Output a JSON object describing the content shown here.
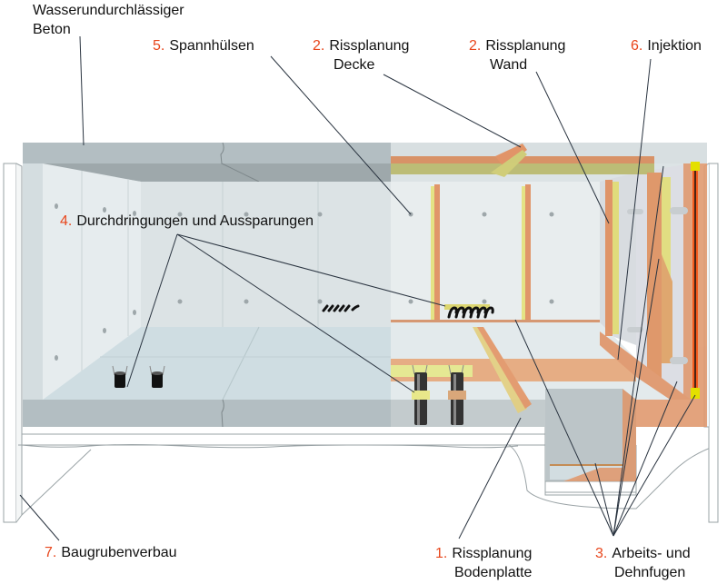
{
  "title": "Wasserundurchlässiger Betonbau – Planungsbereiche",
  "colors": {
    "accent_number": "#e8461c",
    "concrete_dark": "#b3bec2",
    "concrete_light": "#e4eaec",
    "joint_orange": "#e29a6d",
    "joint_yellow": "#e4e27a",
    "injection_red": "#f25c1e"
  },
  "labels": {
    "concrete": {
      "line1": "Wasserundurchlässiger",
      "line2": "Beton"
    },
    "spannhuelsen": {
      "num": "5.",
      "text": "Spannhülsen"
    },
    "rissplanung_decke": {
      "num": "2.",
      "line1": "Rissplanung",
      "line2": "Decke"
    },
    "rissplanung_wand": {
      "num": "2.",
      "line1": "Rissplanung",
      "line2": "Wand"
    },
    "injektion": {
      "num": "6.",
      "text": "Injektion"
    },
    "durchdringungen": {
      "num": "4.",
      "text": "Durchdringungen und Aussparungen"
    },
    "baugrubenverbau": {
      "num": "7.",
      "text": "Baugrubenverbau"
    },
    "rissplanung_bodenplatte": {
      "num": "1.",
      "line1": "Rissplanung",
      "line2": "Bodenplatte"
    },
    "fugen": {
      "num": "3.",
      "line1": "Arbeits- und",
      "line2": "Dehnfugen"
    }
  },
  "icons": {
    "pipe_sleeve": "pipe-penetration",
    "rebar_coupler": "spring-coils",
    "injection_hose": "injection-hose"
  }
}
